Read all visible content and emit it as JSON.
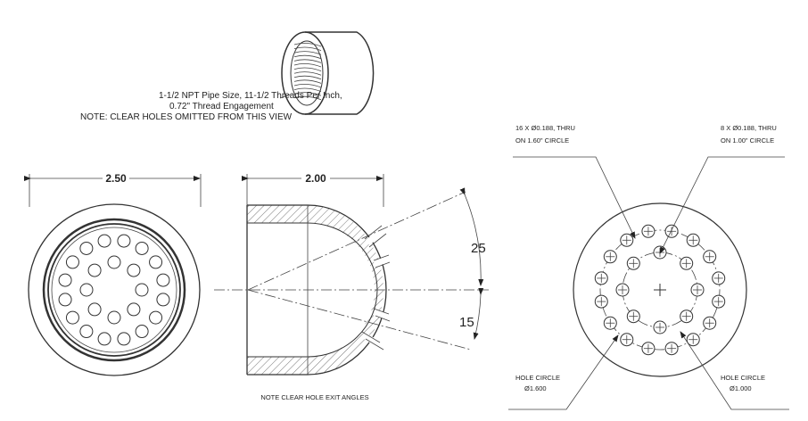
{
  "iso_view": {
    "note_line1": "1-1/2 NPT Pipe Size, 11-1/2 Threads Per Inch,",
    "note_line2": "0.72\" Thread Engagement",
    "note_line3": "NOTE: CLEAR HOLES OMITTED FROM THIS VIEW"
  },
  "front_view": {
    "dim_width": "2.50"
  },
  "section_view": {
    "dim_depth": "2.00",
    "angle_upper": "25",
    "angle_lower": "15",
    "note": "NOTE CLEAR HOLE EXIT ANGLES"
  },
  "hole_view": {
    "callout_outer_1": "16 X Ø0.188, THRU",
    "callout_outer_2": "ON 1.60\" CIRCLE",
    "callout_inner_1": "8 X Ø0.188, THRU",
    "callout_inner_2": "ON 1.00\" CIRCLE",
    "circle_outer_1": "HOLE CIRCLE",
    "circle_outer_2": "Ø1.600",
    "circle_inner_1": "HOLE CIRCLE",
    "circle_inner_2": "Ø1.000"
  }
}
